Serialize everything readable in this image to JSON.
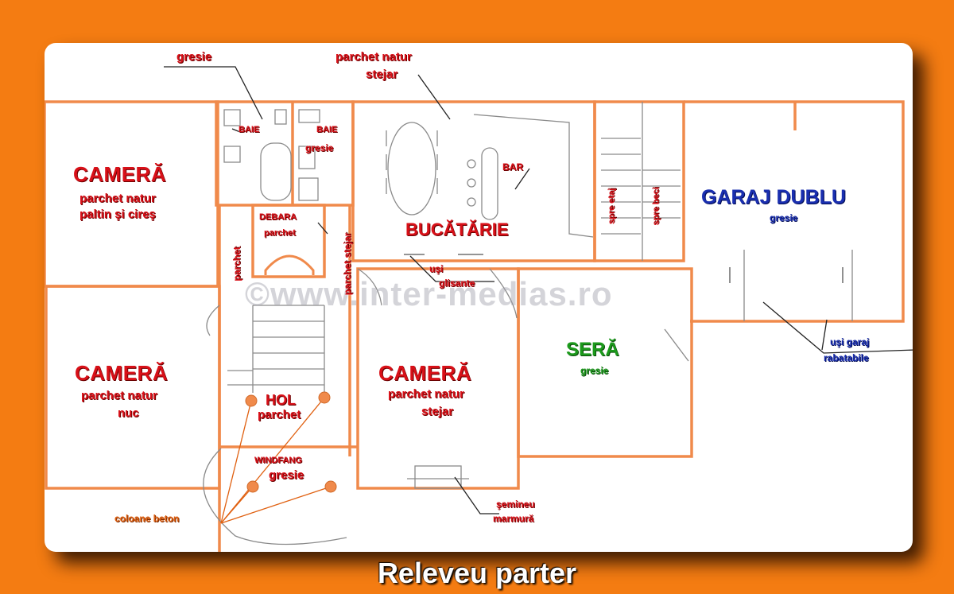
{
  "title": "Releveu parter",
  "watermark": "©www.inter-medias.ro",
  "colors": {
    "background": "#f47c12",
    "walls": "#f08a4b",
    "room_label": "#d81018",
    "garage_label": "#1a2fb0",
    "sera_label": "#1c9a1c",
    "callout": "#e06010"
  },
  "rooms": {
    "camera_nw": {
      "name": "CAMERĂ",
      "line1": "parchet natur",
      "line2": "paltin şi cireş"
    },
    "camera_sw": {
      "name": "CAMERĂ",
      "line1": "parchet natur",
      "line2": "nuc"
    },
    "camera_center": {
      "name": "CAMERĂ",
      "line1": "parchet natur",
      "line2": "stejar"
    },
    "baie_1": {
      "name": "BAIE"
    },
    "baie_2": {
      "name": "BAIE",
      "floor": "gresie"
    },
    "debara": {
      "name": "DEBARA",
      "floor": "parchet"
    },
    "bucatarie": {
      "name": "BUCĂTĂRIE"
    },
    "bar": {
      "name": "BAR"
    },
    "garaj": {
      "name": "GARAJ DUBLU",
      "floor": "gresie"
    },
    "sera": {
      "name": "SERĂ",
      "floor": "gresie"
    },
    "hol": {
      "name": "HOL",
      "floor": "parchet"
    },
    "windfang": {
      "name": "WINDFANG",
      "floor": "gresie"
    }
  },
  "annotations": {
    "gresie_top": "gresie",
    "parchet_natur_stejar": {
      "line1": "parchet natur",
      "line2": "stejar"
    },
    "parchet_vertical": "parchet",
    "parchet_stejar_vertical": "parchet stejar",
    "usi_glisante": {
      "line1": "uşi",
      "line2": "glisante"
    },
    "spre_etaj": "spre etaj",
    "spre_beci": "spre beci",
    "usi_garaj": {
      "line1": "uşi garaj",
      "line2": "rabatabile"
    },
    "coloane_beton": "coloane beton",
    "semineu": {
      "line1": "şemineu",
      "line2": "marmură"
    }
  }
}
